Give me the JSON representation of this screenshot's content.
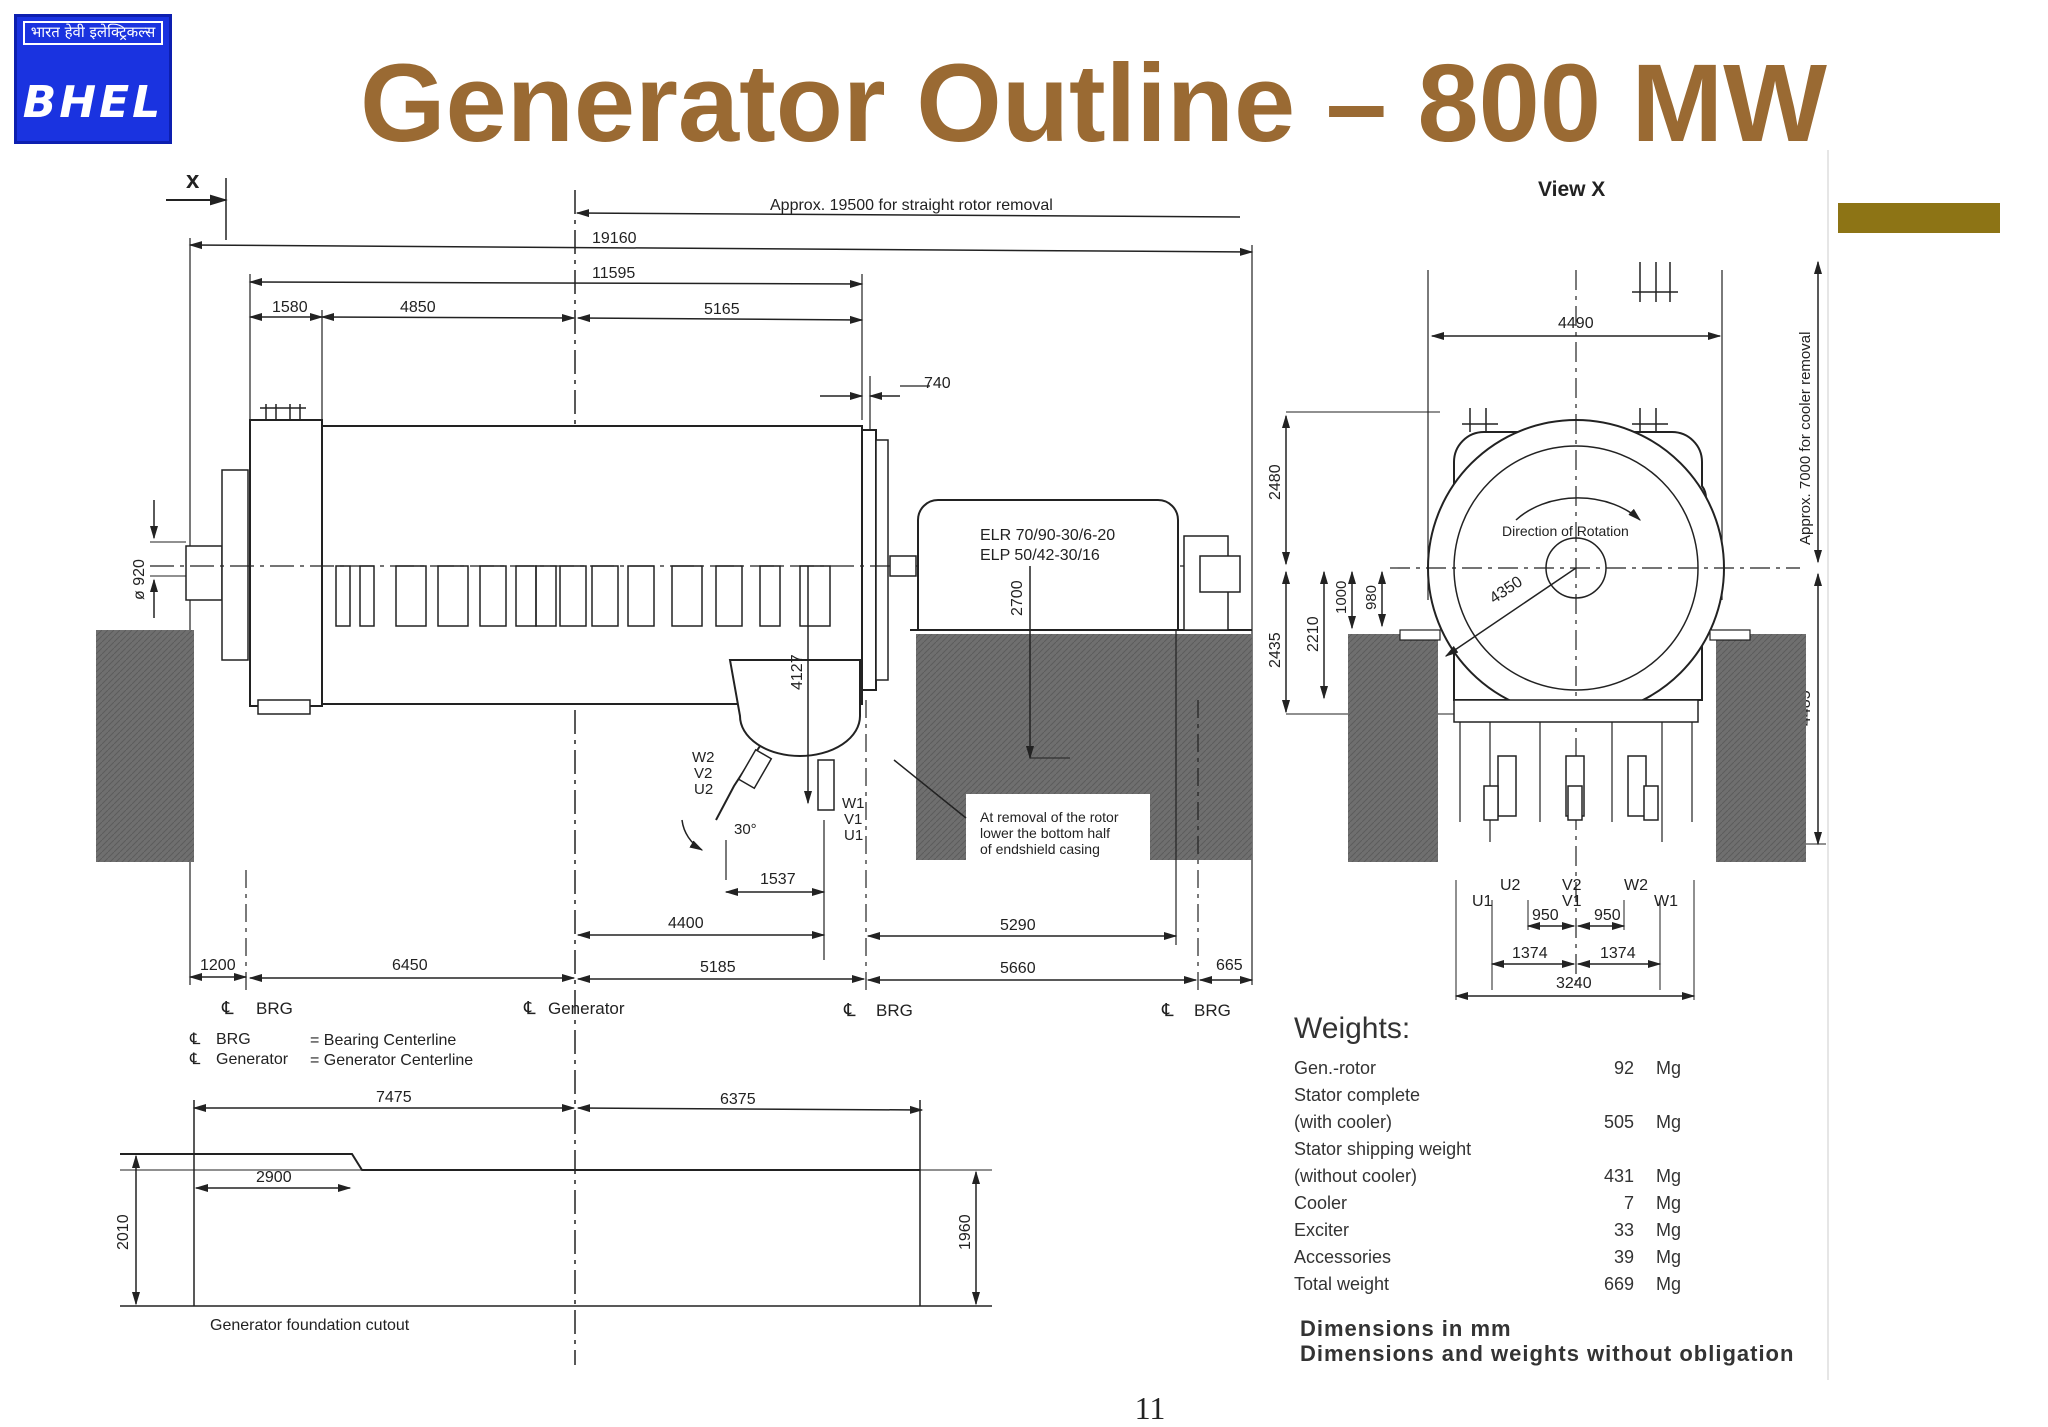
{
  "logo": {
    "hindi_text": "भारत हेवी इलेक्ट्रिकल्स",
    "brand": "BHEL"
  },
  "title": "Generator Outline – 800 MW",
  "accent_color": "#8d7415",
  "title_color": "#9a6a33",
  "drawing": {
    "x_label": "x",
    "view_x_label": "View X",
    "rotor_removal_note": "Approx. 19500 for straight rotor removal",
    "cooler_removal_note": "Approx. 7000 for cooler removal",
    "dims_top": {
      "overall": "19160",
      "generator": "11595",
      "d1580": "1580",
      "d4850": "4850",
      "d5165": "5165",
      "d740": "740"
    },
    "shaft_dia": "ø 920",
    "exciter_labels": [
      "ELR 70/90-30/6-20",
      "ELP 50/42-30/16"
    ],
    "d2700": "2700",
    "d4127": "4127",
    "terminals_left": [
      "W2",
      "V2",
      "U2"
    ],
    "terminals_right": [
      "W1",
      "V1",
      "U1"
    ],
    "angle": "30°",
    "d1537": "1537",
    "endshield_note": [
      "At removal of the rotor",
      "lower the bottom half",
      "of endshield casing"
    ],
    "dims_bottom": {
      "d4400": "4400",
      "d5290": "5290",
      "d1200": "1200",
      "d6450": "6450",
      "d5185": "5185",
      "d5660": "5660",
      "d665": "665"
    },
    "centerlines": [
      "BRG",
      "Generator",
      "BRG",
      "BRG"
    ],
    "legend": [
      {
        "code": "BRG",
        "desc": "= Bearing Centerline"
      },
      {
        "code": "Generator",
        "desc": "= Generator Centerline"
      }
    ],
    "view_dims": {
      "d4490": "4490",
      "d2480": "2480",
      "d2435": "2435",
      "d2210": "2210",
      "d1000": "1000",
      "d980": "980",
      "d4350": "4350",
      "d4485": "4485"
    },
    "rotation_label": "Direction of Rotation",
    "view_terminals": [
      "U1",
      "U2",
      "V2",
      "V1",
      "W2",
      "W1"
    ],
    "view_bottom_dims": {
      "d950a": "950",
      "d950b": "950",
      "d1374a": "1374",
      "d1374b": "1374",
      "d3240": "3240"
    },
    "foundation": {
      "d7475": "7475",
      "d6375": "6375",
      "d2900": "2900",
      "d2010": "2010",
      "d1960": "1960",
      "caption": "Generator foundation cutout"
    }
  },
  "weights": {
    "heading": "Weights:",
    "rows": [
      {
        "label": "Gen.-rotor",
        "value": "92",
        "unit": "Mg"
      },
      {
        "label": "Stator complete",
        "value": "",
        "unit": ""
      },
      {
        "label": "(with cooler)",
        "value": "505",
        "unit": "Mg"
      },
      {
        "label": "Stator shipping weight",
        "value": "",
        "unit": ""
      },
      {
        "label": "(without cooler)",
        "value": "431",
        "unit": "Mg"
      },
      {
        "label": "Cooler",
        "value": "7",
        "unit": "Mg"
      },
      {
        "label": "Exciter",
        "value": "33",
        "unit": "Mg"
      },
      {
        "label": "Accessories",
        "value": "39",
        "unit": "Mg"
      },
      {
        "label": "Total weight",
        "value": "669",
        "unit": "Mg"
      }
    ],
    "notes": [
      "Dimensions in mm",
      "Dimensions and weights without obligation"
    ]
  },
  "page_number": "11"
}
